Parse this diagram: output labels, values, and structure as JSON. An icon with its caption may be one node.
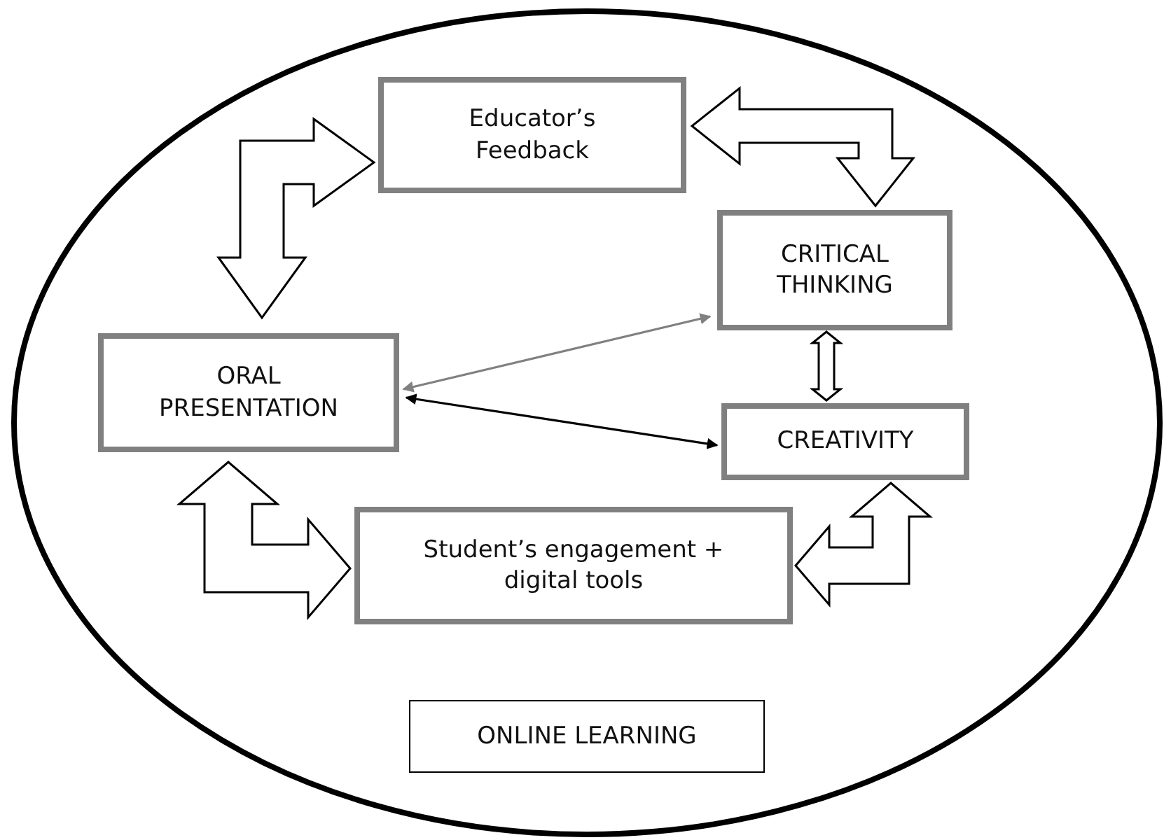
{
  "diagram": {
    "nodes": [
      {
        "text": [],
        "shape": "ellipse"
      },
      {
        "text": [
          "Educator’s Feedback"
        ],
        "in": 0
      },
      {
        "text": [
          "CRITICAL THINKING"
        ],
        "in": 0
      },
      {
        "text": [
          "ORAL PRESENTATION"
        ],
        "in": 0
      },
      {
        "text": [
          "CREATIVITY"
        ],
        "in": 0
      },
      {
        "text": [
          "Student’s engagement + digital tools"
        ],
        "in": 0
      },
      {
        "text": [
          "ONLINE LEARNING"
        ],
        "in": 0
      }
    ],
    "edges": [
      {
        "from": 1,
        "to": 3,
        "arrow": "both",
        "style": "thick"
      },
      {
        "from": 1,
        "to": 2,
        "arrow": "both",
        "style": "thick"
      },
      {
        "from": 2,
        "to": 4,
        "arrow": "both",
        "style": "thick"
      },
      {
        "from": 3,
        "to": 2,
        "arrow": "both",
        "color": "#808080"
      },
      {
        "from": 3,
        "to": 4,
        "arrow": "both",
        "color": "#000000"
      },
      {
        "from": 3,
        "to": 5,
        "arrow": "both",
        "style": "thick"
      },
      {
        "from": 4,
        "to": 5,
        "arrow": "both",
        "style": "thick"
      }
    ]
  }
}
